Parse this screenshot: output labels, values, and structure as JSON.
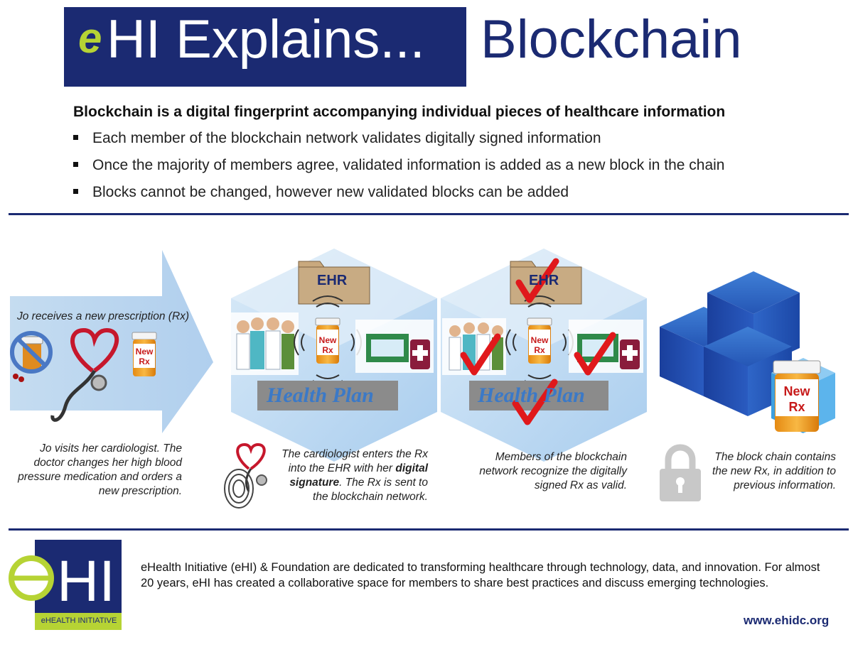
{
  "header": {
    "title_e": "e",
    "title_rest": "HI Explains...",
    "title_topic": "Blockchain"
  },
  "intro": {
    "headline": "Blockchain is a digital fingerprint accompanying individual pieces of healthcare information",
    "bullets": [
      "Each member of the blockchain network validates digitally signed information",
      "Once the majority of members agree, validated information is added as a new block in the chain",
      "Blocks cannot be changed, however new validated blocks can be added"
    ]
  },
  "steps": {
    "arrow_label": "Jo receives a new prescription (Rx)",
    "rx_label_line1": "New",
    "rx_label_line2": "Rx",
    "ehr_label": "EHR",
    "health_plan_label": "Health Plan",
    "step1_caption": "Jo visits her cardiologist. The doctor changes her high blood pressure medication and orders a new prescription.",
    "step2_caption_part1": "The cardiologist enters the Rx into the EHR with her ",
    "step2_caption_bold": "digital signature",
    "step2_caption_part2": ". The Rx is sent to the blockchain network.",
    "step3_caption": "Members of the blockchain network recognize the digitally signed Rx as valid.",
    "step4_caption": "The block chain contains the new Rx, in addition to previous information."
  },
  "footer": {
    "logo_e": "e",
    "logo_hi": "HI",
    "logo_tagline": "eHEALTH INITIATIVE",
    "description": "eHealth Initiative (eHI) & Foundation are dedicated to transforming healthcare through technology, data, and innovation. For almost 20 years, eHI has created a collaborative space for members to share best practices and discuss emerging technologies.",
    "url": "www.ehidc.org"
  },
  "colors": {
    "navy": "#1b2a72",
    "lime": "#b6d334",
    "light_blue": "#c5dcf0",
    "check_red": "#e0181b"
  }
}
